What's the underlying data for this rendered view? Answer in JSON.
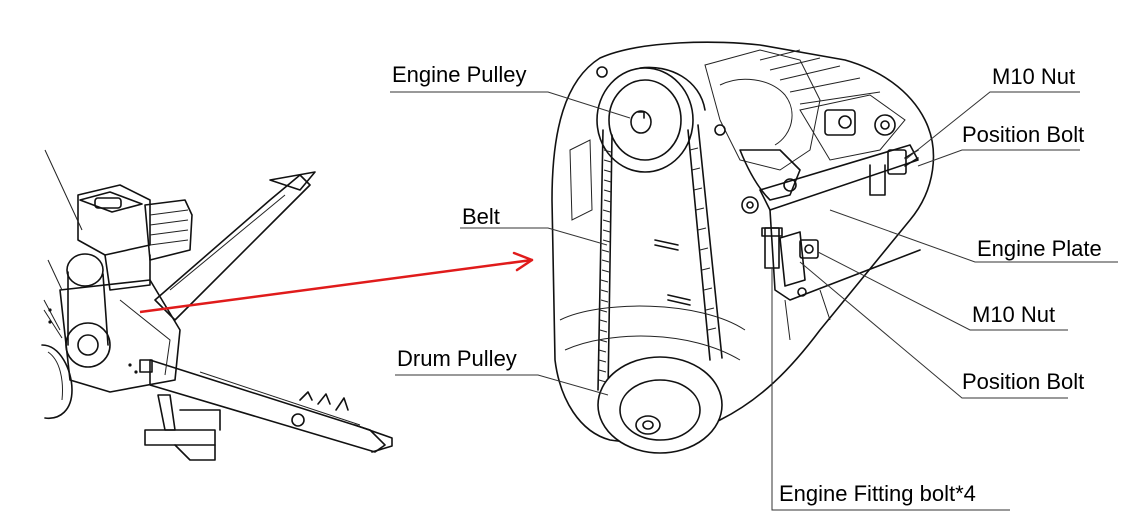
{
  "labels": {
    "engine_pulley": "Engine Pulley",
    "belt": "Belt",
    "drum_pulley": "Drum Pulley",
    "m10_nut_top": "M10 Nut",
    "position_bolt_top": "Position Bolt",
    "engine_plate": "Engine Plate",
    "m10_nut_bottom": "M10 Nut",
    "position_bolt_bottom": "Position Bolt",
    "engine_fitting_bolt": "Engine Fitting bolt*4"
  },
  "colors": {
    "arrow": "#e01b1b",
    "line": "#111111",
    "background": "#ffffff"
  }
}
